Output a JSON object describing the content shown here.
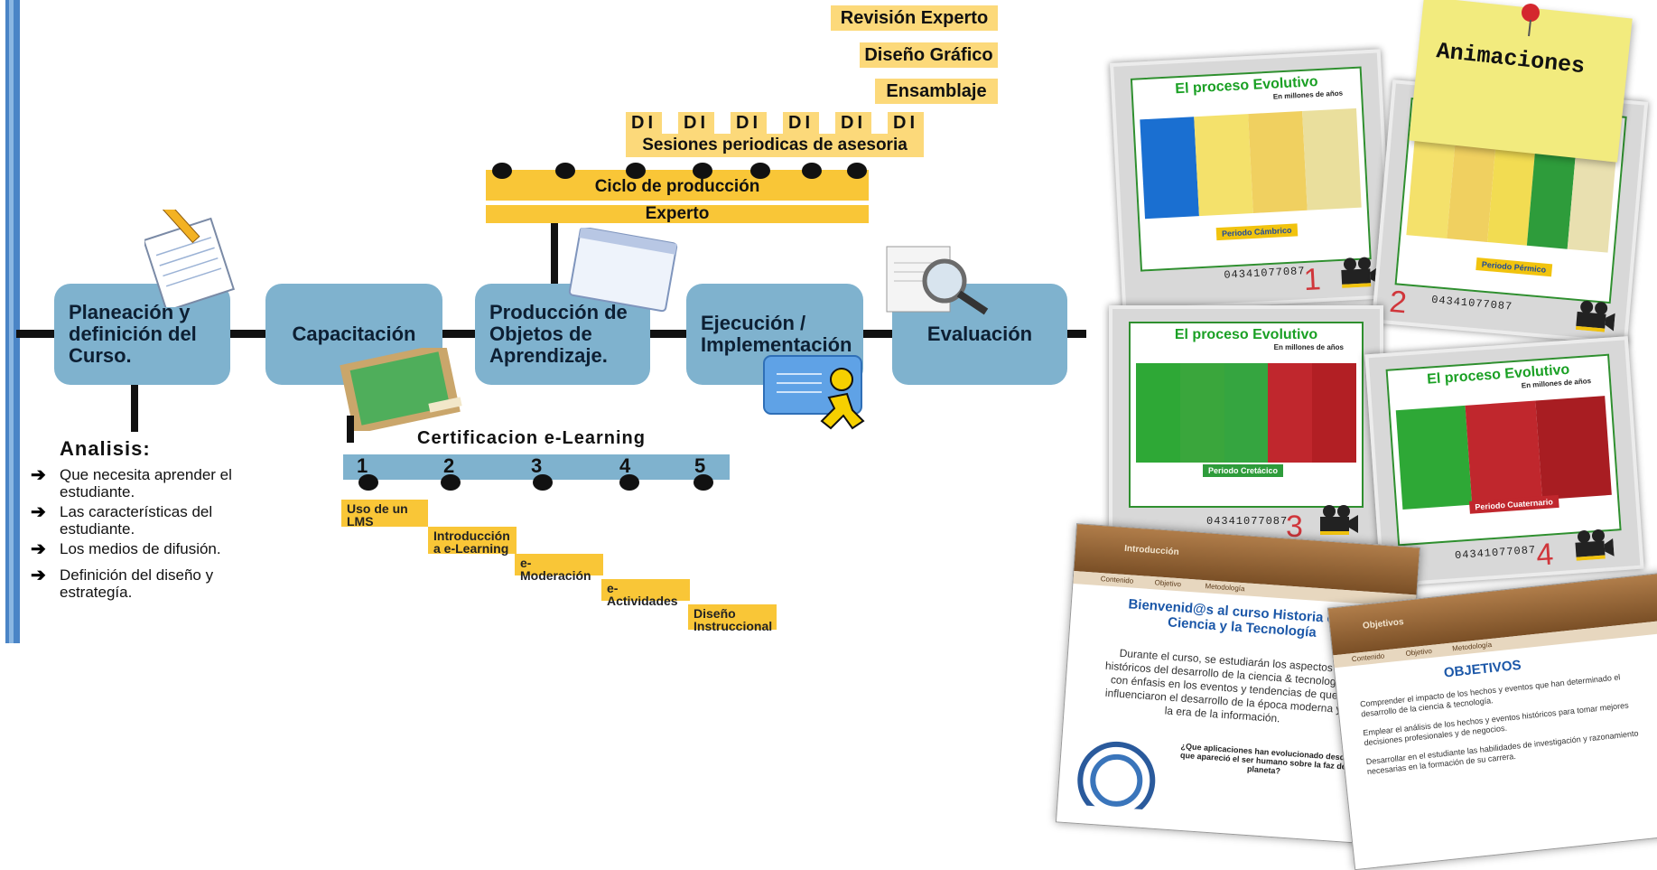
{
  "top_labels": {
    "revision": "Revisión Experto",
    "diseno": "Diseño Gráfico",
    "ensamblaje": "Ensamblaje",
    "di": [
      "DI",
      "DI",
      "DI",
      "DI",
      "DI",
      "DI"
    ],
    "sesiones": "Sesiones periodicas de asesoria",
    "ciclo": "Ciclo de producción",
    "experto": "Experto"
  },
  "phases": [
    "Planeación y definición del Curso.",
    "Capacitación",
    "Producción de Objetos de Aprendizaje.",
    "Ejecución / Implementación",
    "Evaluación"
  ],
  "analisis": {
    "title": "Analisis:",
    "items": [
      "Que necesita aprender el estudiante.",
      "Las características del estudiante.",
      "Los medios de difusión.",
      "Definición del diseño y estrategía."
    ]
  },
  "certificacion": {
    "title": "Certificacion e-Learning",
    "numbers": [
      "1",
      "2",
      "3",
      "4",
      "5"
    ],
    "steps": [
      "Uso de un LMS",
      "Introducción a e-Learning",
      "e-Moderación",
      "e-Actividades",
      "Diseño Instruccional"
    ]
  },
  "animaciones": {
    "note": "Animaciones",
    "cards": [
      {
        "title": "El proceso Evolutivo",
        "subtitle": "En millones de años",
        "period": "Periodo Cámbrico",
        "code": "04341077087",
        "number": "1"
      },
      {
        "title": "",
        "subtitle": "",
        "period": "Periodo Pérmico",
        "code": "04341077087",
        "number": "2"
      },
      {
        "title": "El proceso Evolutivo",
        "subtitle": "En millones de años",
        "period": "Periodo Cretácico",
        "code": "04341077087",
        "number": "3"
      },
      {
        "title": "El proceso Evolutivo",
        "subtitle": "En millones de años",
        "period": "Periodo Cuaternario",
        "code": "04341077087",
        "number": "4"
      }
    ]
  },
  "doc1": {
    "header": "Introducción",
    "tabs": [
      "Contenido",
      "Objetivo",
      "Metodología"
    ],
    "title": "Bienvenid@s al curso Historia de la Ciencia y la Tecnología",
    "body": "Durante el curso, se estudiarán los aspectos históricos del desarrollo de la ciencia & tecnología con énfasis en los eventos y tendencias de que influenciaron el desarrollo de la época moderna y la era de la información.",
    "question": "¿Que aplicaciones han evolucionado desde que apareció el ser humano sobre la faz del planeta?"
  },
  "doc2": {
    "header": "Objetivos",
    "tabs": [
      "Contenido",
      "Objetivo",
      "Metodología"
    ],
    "title": "OBJETIVOS",
    "items": [
      "Comprender el impacto de los hechos y eventos que han determinado el desarrollo de la ciencia & tecnología.",
      "Emplear el análisis de los hechos y eventos históricos para tomar mejores decisiones profesionales y de negocios.",
      "Desarrollar en el estudiante las habilidades de investigación y razonamiento necesarias en la formación de su carrera."
    ]
  },
  "colors": {
    "phase": "#7fb2ce",
    "yellow": "#f9c637",
    "pale_yellow": "#fcd97a",
    "blue_bar": "#4a84c6"
  }
}
